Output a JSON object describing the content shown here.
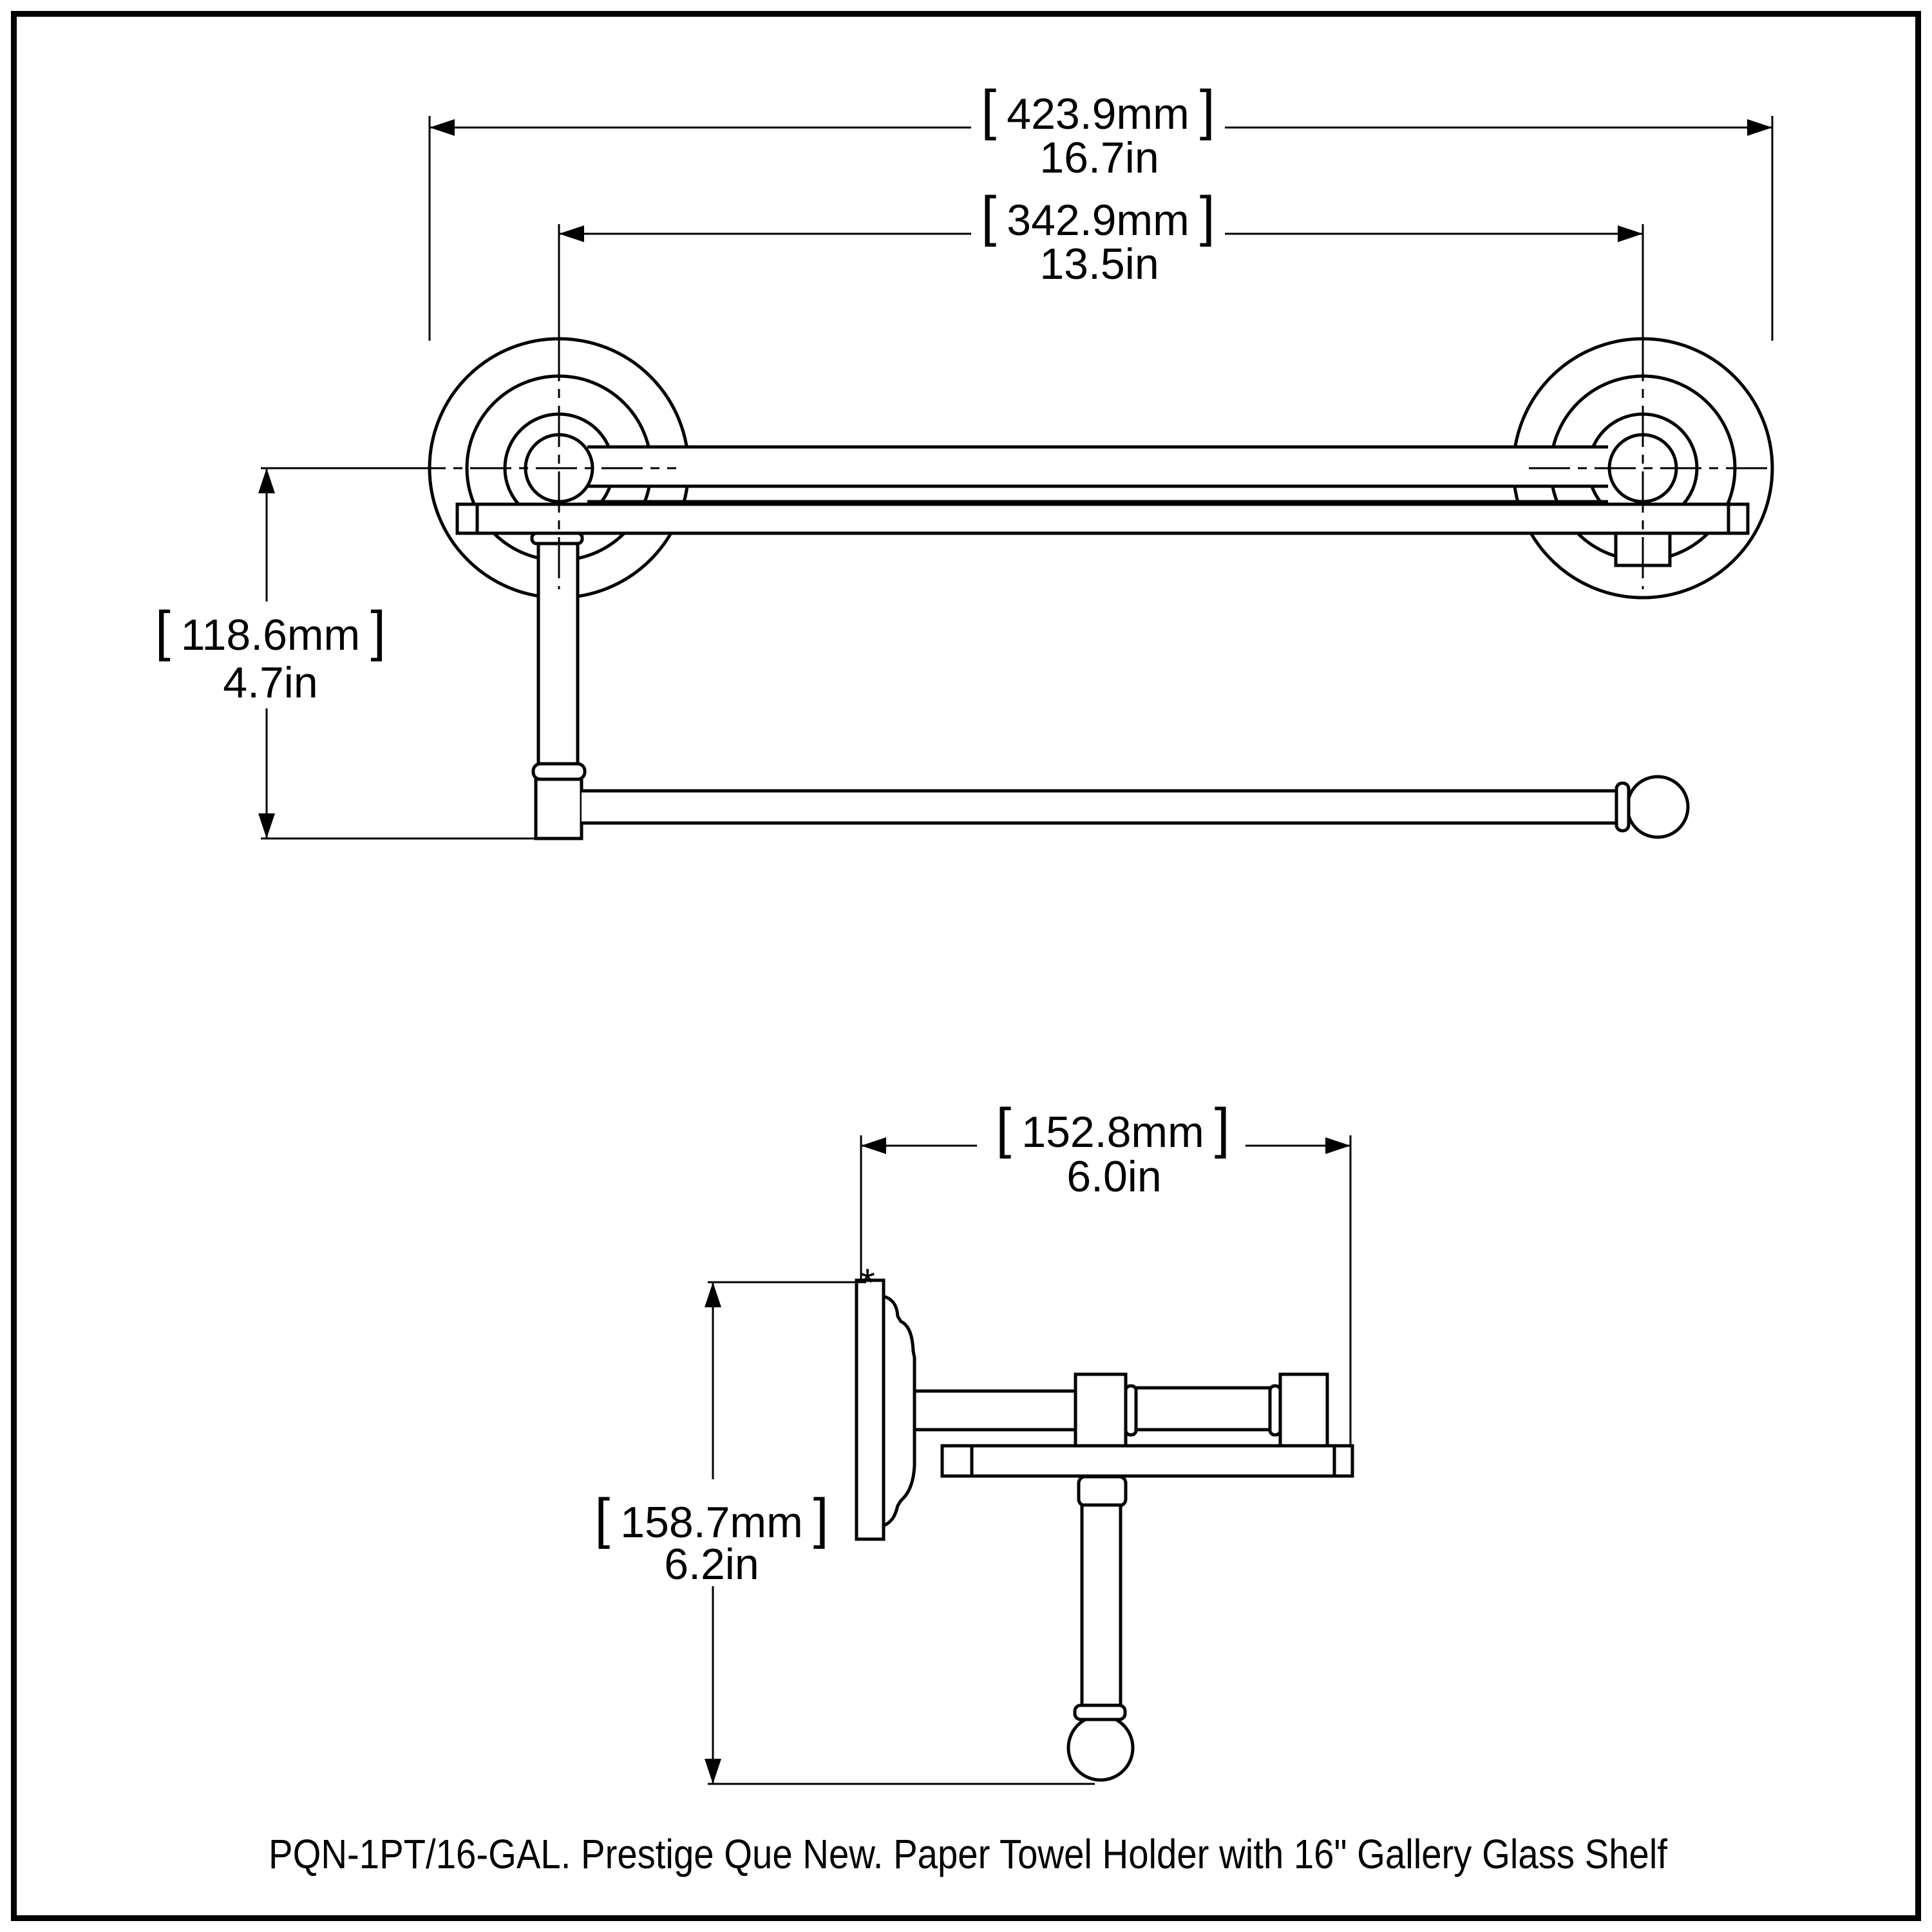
{
  "document": {
    "type": "technical-dimension-drawing",
    "caption": "PQN-1PT/16-GAL. Prestige Que New. Paper Towel Holder with 16\" Gallery Glass Shelf"
  },
  "colors": {
    "ink": "#000000",
    "paper": "#ffffff"
  },
  "symbols": {
    "bracket_open": "[",
    "bracket_close": "]",
    "corner_mark": "*"
  },
  "front_view": {
    "dimensions": {
      "overall_width": {
        "mm": "423.9mm",
        "in": "16.7in"
      },
      "post_spacing": {
        "mm": "342.9mm",
        "in": "13.5in"
      },
      "drop_height": {
        "mm": "118.6mm",
        "in": "4.7in"
      }
    }
  },
  "side_view": {
    "dimensions": {
      "depth": {
        "mm": "152.8mm",
        "in": "6.0in"
      },
      "overall_height": {
        "mm": "158.7mm",
        "in": "6.2in"
      }
    }
  }
}
